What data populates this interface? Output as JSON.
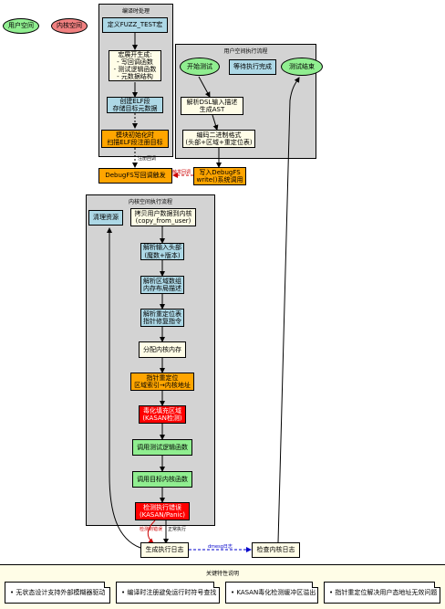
{
  "legend_top": {
    "user_space": "用户空间",
    "kernel_space": "内核空间"
  },
  "clusters": {
    "compile": "编译时处理",
    "user_flow": "用户空间执行流程",
    "kernel_flow": "内核空间执行流程"
  },
  "nodes": {
    "define_fuzz": "定义FUZZ_TEST宏",
    "macro_expand": "宏展开生成:\n- 写回调函数\n- 测试逻辑函数\n- 元数据结构",
    "create_elf": "创建ELF段\n存储目标元数据",
    "module_init": "模块初始化时\n扫描ELF段注册目标",
    "debugfs_cb": "DebugFS写回调触发",
    "start_test": "开始测试",
    "wait_done": "等待执行完成",
    "test_end": "测试结束",
    "parse_dsl": "解析DSL输入描述\n生成AST",
    "encode_bin": "编码二进制格式\n(头部+区域+重定位表)",
    "write_debugfs": "写入DebugFS\nwrite()系统调用",
    "cleanup": "清理资源",
    "copy_user": "拷贝用户数据到内核\n(copy_from_user)",
    "parse_header": "解析输入头部\n(魔数+版本)",
    "parse_region": "解析区域数组\n内存布局描述",
    "parse_reloc": "解析重定位表\n指针修复指令",
    "alloc_mem": "分配内核内存",
    "ptr_reloc": "指针重定位\n区域索引→内核地址",
    "poison": "毒化填充区域\n(KASAN检测)",
    "call_logic": "调用测试逻辑函数",
    "call_target": "调用目标内核函数",
    "detect_err": "检测执行错误\n(KASAN/Panic)",
    "gen_log": "生成执行日志",
    "check_log": "检查内核日志"
  },
  "edge_labels": {
    "register_cb": "注册回调",
    "trigger_cb": "触发回调",
    "err_detected": "检测到错误",
    "normal_exec": "正常执行",
    "dmesg": "dmesg日志"
  },
  "legend": {
    "title": "关键特性说明",
    "items": [
      "• 无状态设计支持外部模糊器驱动",
      "• 编译时注册避免运行时符号查找",
      "• KASAN毒化检测缓冲区溢出",
      "• 指针重定位解决用户态地址无效问题"
    ]
  }
}
